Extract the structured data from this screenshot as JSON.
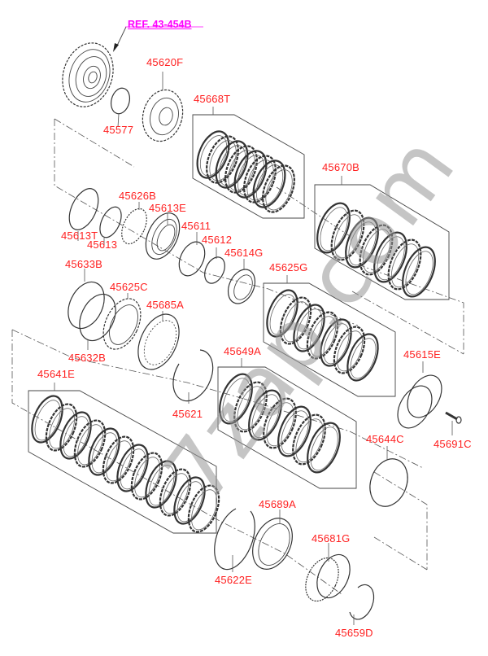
{
  "diagram": {
    "title": "Automatic Transmission Clutch Assembly – Exploded View",
    "reference": {
      "label": "REF. 43-454B",
      "color": "#ff00ff"
    },
    "label_color": "#ff2020",
    "watermark": "7zap.com",
    "parts": [
      {
        "id": "p45620F",
        "number": "45620F"
      },
      {
        "id": "p45577",
        "number": "45577"
      },
      {
        "id": "p45668T",
        "number": "45668T"
      },
      {
        "id": "p45670B",
        "number": "45670B"
      },
      {
        "id": "p45613T",
        "number": "45613T"
      },
      {
        "id": "p45613",
        "number": "45613"
      },
      {
        "id": "p45626B",
        "number": "45626B"
      },
      {
        "id": "p45613E",
        "number": "45613E"
      },
      {
        "id": "p45611",
        "number": "45611"
      },
      {
        "id": "p45612",
        "number": "45612"
      },
      {
        "id": "p45614G",
        "number": "45614G"
      },
      {
        "id": "p45633B",
        "number": "45633B"
      },
      {
        "id": "p45625C",
        "number": "45625C"
      },
      {
        "id": "p45685A",
        "number": "45685A"
      },
      {
        "id": "p45625G",
        "number": "45625G"
      },
      {
        "id": "p45632B",
        "number": "45632B"
      },
      {
        "id": "p45649A",
        "number": "45649A"
      },
      {
        "id": "p45615E",
        "number": "45615E"
      },
      {
        "id": "p45641E",
        "number": "45641E"
      },
      {
        "id": "p45621",
        "number": "45621"
      },
      {
        "id": "p45691C",
        "number": "45691C"
      },
      {
        "id": "p45644C",
        "number": "45644C"
      },
      {
        "id": "p45689A",
        "number": "45689A"
      },
      {
        "id": "p45681G",
        "number": "45681G"
      },
      {
        "id": "p45622E",
        "number": "45622E"
      },
      {
        "id": "p45659D",
        "number": "45659D"
      }
    ]
  }
}
